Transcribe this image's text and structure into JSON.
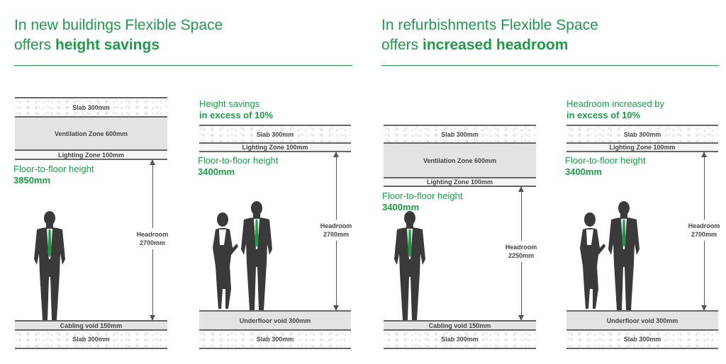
{
  "left": {
    "title_line1": "In new buildings Flexible Space",
    "title_line2_prefix": "offers ",
    "title_line2_bold": "height savings"
  },
  "right": {
    "title_line1": "In refurbishments Flexible Space",
    "title_line2_prefix": "offers ",
    "title_line2_bold": "increased headroom"
  },
  "panels": [
    {
      "heading": [],
      "layers": [
        {
          "type": "slab",
          "label": "Slab 300mm"
        },
        {
          "type": "vent",
          "label": "Ventilation Zone 600mm"
        },
        {
          "type": "light",
          "label": "Lighting Zone 100mm"
        },
        {
          "type": "void",
          "label": "Cabling void 150mm"
        },
        {
          "type": "slab",
          "label": "Slab 300mm"
        }
      ],
      "floor_label": "Floor-to-floor height",
      "floor_value": "3850mm",
      "headroom_label": "Headroom",
      "headroom_value": "2700mm",
      "people": 1
    },
    {
      "heading": [
        "Height savings",
        "in excess of 10%"
      ],
      "layers": [
        {
          "type": "slab",
          "label": "Slab 300mm"
        },
        {
          "type": "light",
          "label": "Lighting Zone 100mm"
        },
        {
          "type": "void",
          "label": "Underfloor void 300mm"
        },
        {
          "type": "slab",
          "label": "Slab 300mm"
        }
      ],
      "floor_label": "Floor-to-floor height",
      "floor_value": "3400mm",
      "headroom_label": "Headroom",
      "headroom_value": "2700mm",
      "people": 2
    },
    {
      "heading": [],
      "layers": [
        {
          "type": "slab",
          "label": "Slab 300mm"
        },
        {
          "type": "vent",
          "label": "Ventilation Zone 600mm"
        },
        {
          "type": "light",
          "label": "Lighting Zone 100mm"
        },
        {
          "type": "void",
          "label": "Cabling void 150mm"
        },
        {
          "type": "slab",
          "label": "Slab 300mm"
        }
      ],
      "floor_label": "Floor-to-floor height",
      "floor_value": "3400mm",
      "headroom_label": "Headroom",
      "headroom_value": "2250mm",
      "people": 1
    },
    {
      "heading": [
        "Headroom increased by",
        "in excess of 10%"
      ],
      "layers": [
        {
          "type": "slab",
          "label": "Slab 300mm"
        },
        {
          "type": "light",
          "label": "Lighting Zone 100mm"
        },
        {
          "type": "void",
          "label": "Underfloor void 300mm"
        },
        {
          "type": "slab",
          "label": "Slab 300mm"
        }
      ],
      "floor_label": "Floor-to-floor height",
      "floor_value": "3400mm",
      "headroom_label": "Headroom",
      "headroom_value": "2700mm",
      "people": 2
    }
  ],
  "colors": {
    "accent": "#1e9a48",
    "line": "#666666",
    "figure": "#3a3a3a"
  }
}
